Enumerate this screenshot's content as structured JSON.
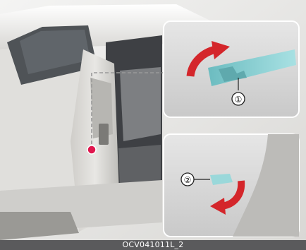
{
  "figure": {
    "image_code": "OCV041011L_2",
    "callouts": {
      "top": "①",
      "bottom": "②"
    }
  },
  "colors": {
    "car_body": "#e9e8e6",
    "arrow_red": "#d4262b",
    "part_cyan": "#8fd3d6",
    "caption_bar": "#5a5a5c"
  }
}
